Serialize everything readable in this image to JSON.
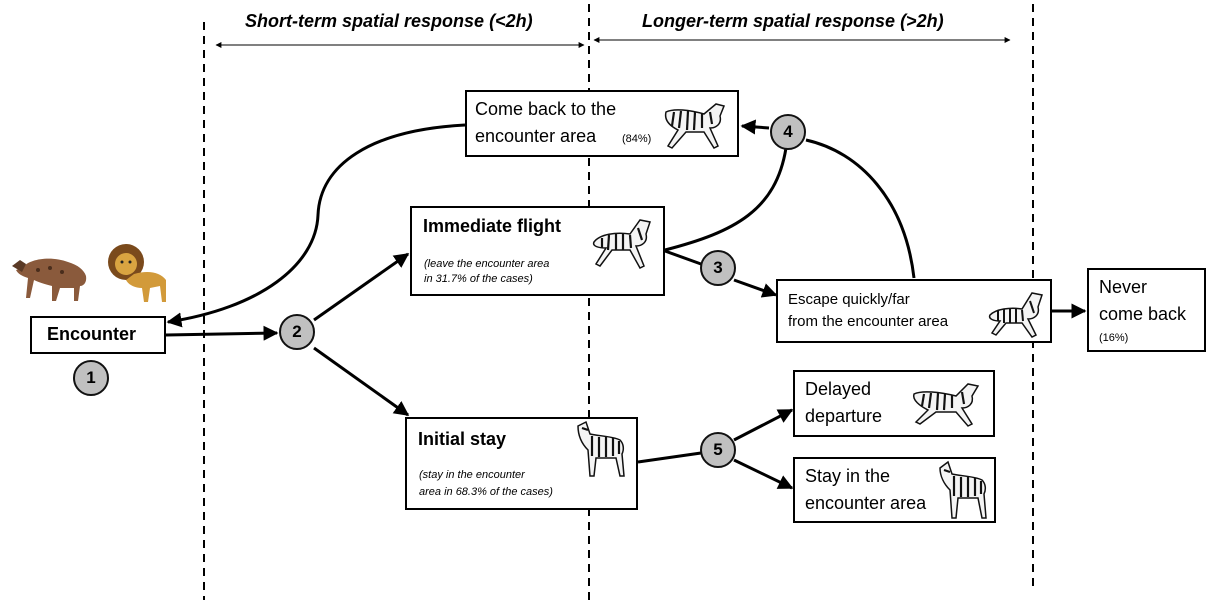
{
  "headers": {
    "short_term": "Short-term spatial response (<2h)",
    "longer_term": "Longer-term spatial response (>2h)"
  },
  "nodes": [
    "1",
    "2",
    "3",
    "4",
    "5"
  ],
  "boxes": {
    "encounter": {
      "label": "Encounter"
    },
    "come_back": {
      "line1": "Come back to the",
      "line2": "encounter area",
      "pct": "(84%)"
    },
    "immediate_flight": {
      "title": "Immediate flight",
      "note_line1": "(leave the encounter area",
      "note_line2": "in 31.7% of the cases)"
    },
    "initial_stay": {
      "title": "Initial stay",
      "note_line1": "(stay in the encounter",
      "note_line2": "area in 68.3% of the cases)"
    },
    "escape": {
      "line1": "Escape quickly/far",
      "line2": "from the encounter area"
    },
    "never_back": {
      "line1": "Never",
      "line2": "come back",
      "pct": "(16%)"
    },
    "delayed": {
      "line1": "Delayed",
      "line2": "departure"
    },
    "stay_area": {
      "line1": "Stay in the",
      "line2": "encounter area"
    }
  },
  "icons": {
    "predators": [
      "hyena-icon",
      "lion-icon"
    ],
    "zebra": "zebra-icon"
  },
  "colors": {
    "node_fill": "#c0c0c0",
    "stroke": "#000000"
  }
}
